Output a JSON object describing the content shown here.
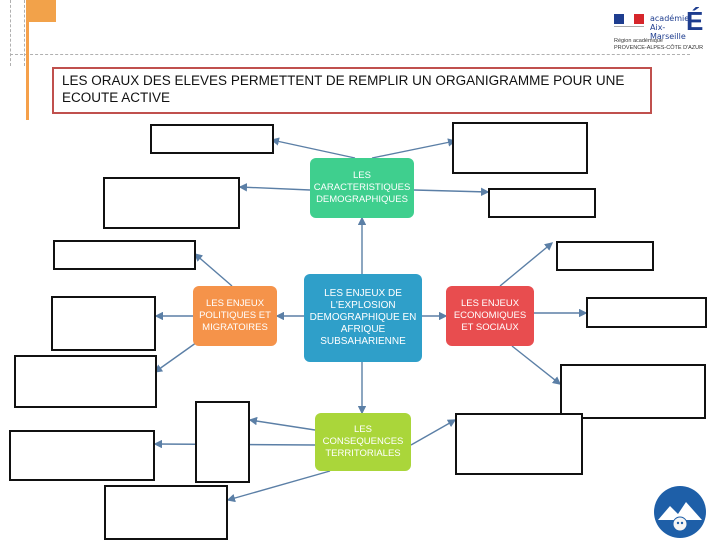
{
  "header": {
    "title": "LES ORAUX DES ELEVES PERMETTENT DE REMPLIR UN ORGANIGRAMME POUR UNE ECOUTE ACTIVE"
  },
  "logo": {
    "academy_line1": "académie",
    "academy_line2": "Aix-Marseille",
    "region_line1": "Région académique",
    "region_line2": "PROVENCE-ALPES-CÔTE D'AZUR",
    "letter": "É"
  },
  "diagram": {
    "center": "LES ENJEUX DE L'EXPLOSION DEMOGRAPHIQUE EN AFRIQUE SUBSAHARIENNE",
    "demographics": "LES CARACTERISTIQUES DEMOGRAPHIQUES",
    "politics": "LES ENJEUX POLITIQUES ET MIGRATOIRES",
    "economics": "LES ENJEUX ECONOMIQUES ET SOCIAUX",
    "territorial": "LES CONSEQUENCES TERRITORIALES"
  },
  "colors": {
    "demographics": "#3fcf8e",
    "center": "#2f9fc9",
    "politics": "#f5934a",
    "economics": "#e84d4f",
    "territorial": "#aad63a",
    "connector": "#5b7fa6",
    "title_border": "#c0504d"
  }
}
